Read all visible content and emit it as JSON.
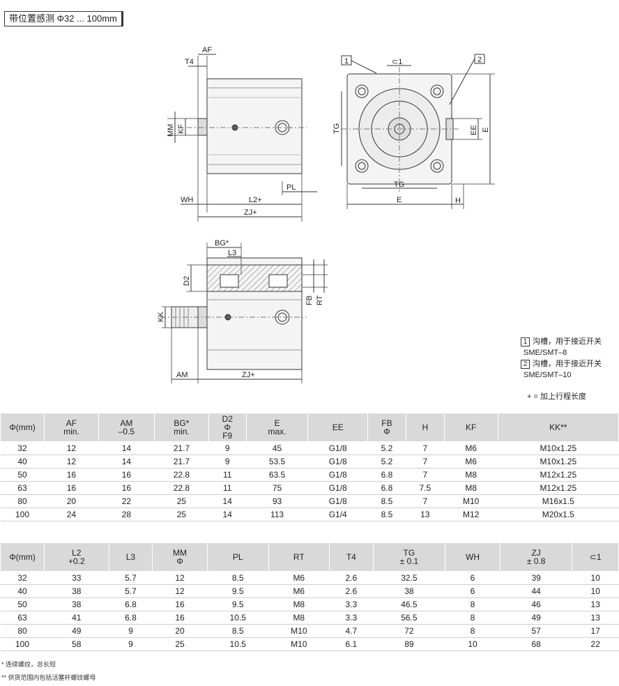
{
  "title": "带位置感测 Φ32 ... 100mm",
  "drawing": {
    "labels": {
      "af": "AF",
      "t4": "T4",
      "mm": "MM",
      "kf": "KF",
      "wh": "WH",
      "l2": "L2+",
      "zj_top": "ZJ+",
      "pl": "PL",
      "tg_v": "TG",
      "tg_h": "TG",
      "e_h": "E",
      "e_v": "E",
      "ee": "EE",
      "h": "H",
      "torque": "⊂1",
      "box1": "1",
      "box2": "2",
      "bg": "BG*",
      "l3": "L3",
      "d2": "D2",
      "fb": "FB",
      "rt": "RT",
      "kk": "KK",
      "am": "AM",
      "zj_bottom": "ZJ+"
    }
  },
  "notes": {
    "n1_num": "1",
    "n1_text": "沟槽，用于接近开关",
    "n1_model": "SME/SMT–8",
    "n2_num": "2",
    "n2_text": "沟槽，用于接近开关",
    "n2_model": "SME/SMT–10",
    "plus": "+ = 加上行程长度"
  },
  "table1": {
    "headers": [
      [
        "Φ(mm)"
      ],
      [
        "AF",
        "min."
      ],
      [
        "AM",
        "–0.5"
      ],
      [
        "BG*",
        "min."
      ],
      [
        "D2",
        "Φ",
        "F9"
      ],
      [
        "E",
        "max."
      ],
      [
        "EE"
      ],
      [
        "FB",
        "Φ"
      ],
      [
        "H"
      ],
      [
        "KF"
      ],
      [
        "KK**"
      ]
    ],
    "rows": [
      [
        "32",
        "12",
        "14",
        "21.7",
        "9",
        "45",
        "G1/8",
        "5.2",
        "7",
        "M6",
        "M10x1.25"
      ],
      [
        "40",
        "12",
        "14",
        "21.7",
        "9",
        "53.5",
        "G1/8",
        "5.2",
        "7",
        "M6",
        "M10x1.25"
      ],
      [
        "50",
        "16",
        "16",
        "22.8",
        "11",
        "63.5",
        "G1/8",
        "6.8",
        "7",
        "M8",
        "M12x1.25"
      ],
      [
        "63",
        "16",
        "16",
        "22.8",
        "11",
        "75",
        "G1/8",
        "6.8",
        "7.5",
        "M8",
        "M12x1.25"
      ],
      [
        "80",
        "20",
        "22",
        "25",
        "14",
        "93",
        "G1/8",
        "8.5",
        "7",
        "M10",
        "M16x1.5"
      ],
      [
        "100",
        "24",
        "28",
        "25",
        "14",
        "113",
        "G1/4",
        "8.5",
        "13",
        "M12",
        "M20x1.5"
      ]
    ]
  },
  "table2": {
    "headers": [
      [
        "Φ(mm)"
      ],
      [
        "L2",
        "+0.2"
      ],
      [
        "L3"
      ],
      [
        "MM",
        "Φ"
      ],
      [
        "PL"
      ],
      [
        "RT"
      ],
      [
        "T4"
      ],
      [
        "TG",
        "± 0.1"
      ],
      [
        "WH"
      ],
      [
        "ZJ",
        "± 0.8"
      ],
      [
        "⊂1"
      ]
    ],
    "rows": [
      [
        "32",
        "33",
        "5.7",
        "12",
        "8.5",
        "M6",
        "2.6",
        "32.5",
        "6",
        "39",
        "10"
      ],
      [
        "40",
        "38",
        "5.7",
        "12",
        "9.5",
        "M6",
        "2.6",
        "38",
        "6",
        "44",
        "10"
      ],
      [
        "50",
        "38",
        "6.8",
        "16",
        "9.5",
        "M8",
        "3.3",
        "46.5",
        "8",
        "46",
        "13"
      ],
      [
        "63",
        "41",
        "6.8",
        "16",
        "10.5",
        "M8",
        "3.3",
        "56.5",
        "8",
        "49",
        "13"
      ],
      [
        "80",
        "49",
        "9",
        "20",
        "8.5",
        "M10",
        "4.7",
        "72",
        "8",
        "57",
        "17"
      ],
      [
        "100",
        "58",
        "9",
        "25",
        "10.5",
        "M10",
        "6.1",
        "89",
        "10",
        "68",
        "22"
      ]
    ]
  },
  "footnotes": {
    "f1": "* 连续螺纹，总长短",
    "f2": "** 供货范围内包括活塞杆螺纹螺母"
  }
}
